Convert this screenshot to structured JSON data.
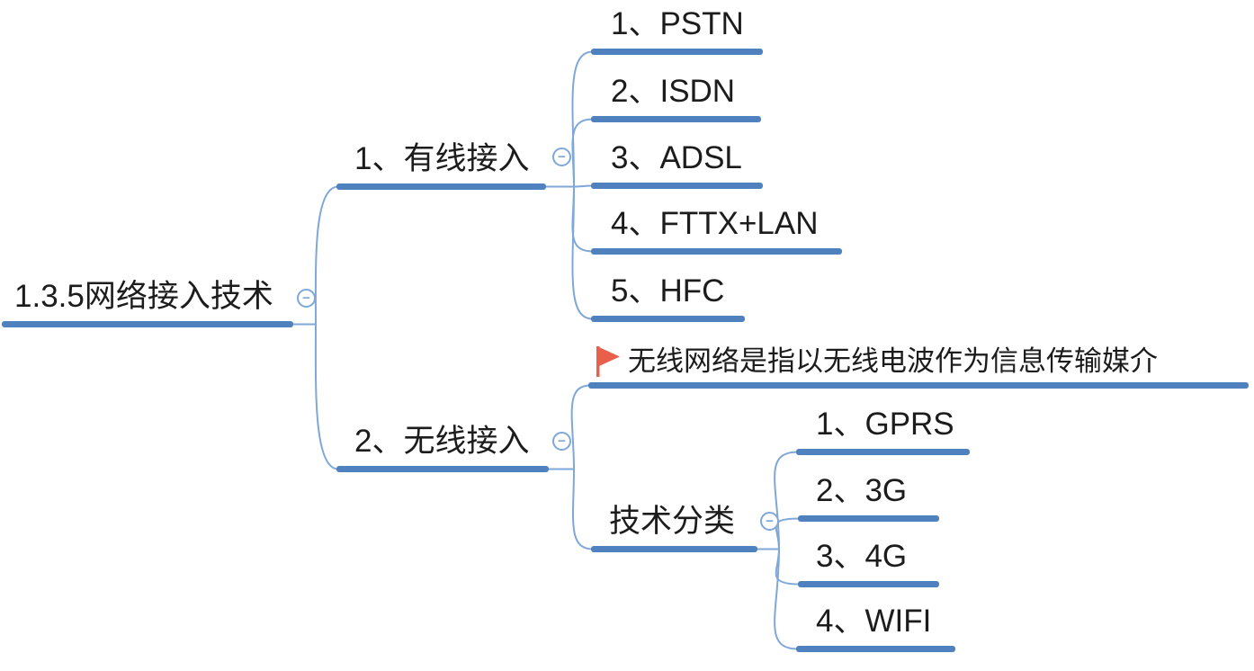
{
  "icons": {
    "collapse_glyph": "−",
    "marker_flag": "red-flag"
  },
  "colors": {
    "branch_line": "#4e81bd",
    "connector_line": "#7fa7d8",
    "text": "#1c1c1c",
    "flag": "#e8604c"
  },
  "tree": {
    "root": {
      "label": "1.3.5网络接入技术",
      "expanded": true,
      "children": [
        {
          "label": "1、有线接入",
          "expanded": true,
          "children": [
            {
              "label": "1、PSTN"
            },
            {
              "label": "2、ISDN"
            },
            {
              "label": "3、ADSL"
            },
            {
              "label": "4、FTTX+LAN"
            },
            {
              "label": "5、HFC"
            }
          ]
        },
        {
          "label": "2、无线接入",
          "expanded": true,
          "children": [
            {
              "label": "无线网络是指以无线电波作为信息传输媒介",
              "marker": "red-flag"
            },
            {
              "label": "技术分类",
              "expanded": true,
              "children": [
                {
                  "label": "1、GPRS"
                },
                {
                  "label": "2、3G"
                },
                {
                  "label": "3、4G"
                },
                {
                  "label": "4、WIFI"
                }
              ]
            }
          ]
        }
      ]
    }
  }
}
